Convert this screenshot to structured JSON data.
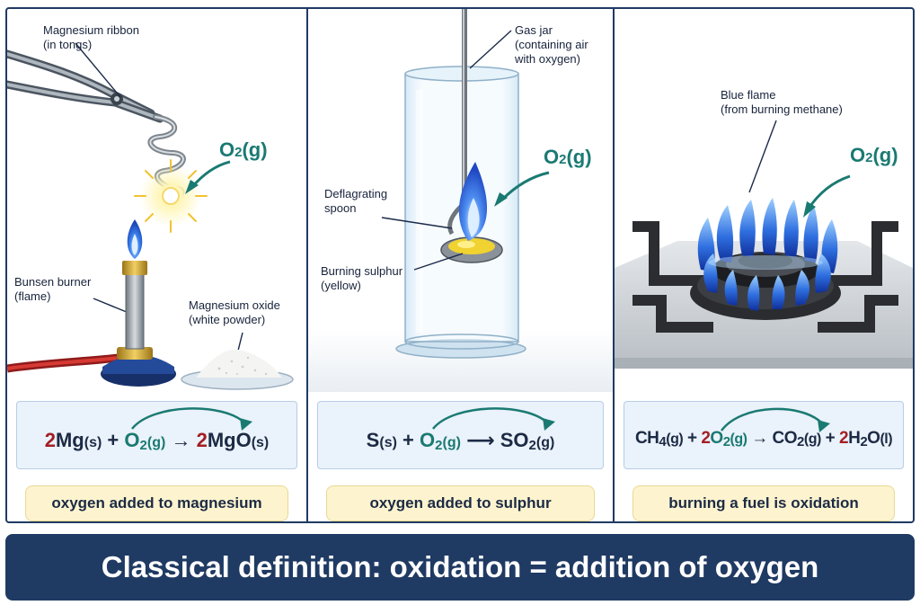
{
  "panels": [
    {
      "labels": {
        "ribbon": "Magnesium ribbon\n(in tongs)",
        "burner": "Bunsen burner\n(flame)",
        "oxide": "Magnesium oxide\n(white powder)"
      },
      "oxygen_label": {
        "main": "O",
        "sub": "2",
        "state": "(g)"
      },
      "equation": {
        "parts": [
          "2",
          "Mg",
          "(s)",
          "+",
          "O",
          "2",
          "(g)",
          "→",
          "2",
          "MgO",
          "(s)"
        ]
      },
      "caption": "oxygen added to magnesium"
    },
    {
      "labels": {
        "jar": "Gas jar\n(containing air\nwith oxygen)",
        "spoon": "Deflagrating\nspoon",
        "sulphur": "Burning sulphur\n(yellow)"
      },
      "oxygen_label": {
        "main": "O",
        "sub": "2",
        "state": "(g)"
      },
      "equation": {
        "parts": [
          "S",
          "(s)",
          "+",
          "O",
          "2",
          "(g)",
          "⟶",
          "SO",
          "2",
          "(g)"
        ]
      },
      "caption": "oxygen added to sulphur"
    },
    {
      "labels": {
        "flame": "Blue flame\n(from burning methane)"
      },
      "oxygen_label": {
        "main": "O",
        "sub": "2",
        "state": "(g)"
      },
      "equation": {
        "parts": [
          "CH",
          "4",
          "(g)",
          "+",
          "2",
          "O",
          "2",
          "(g)",
          "→",
          "CO",
          "2",
          "(g)",
          "+",
          "2",
          "H",
          "2",
          "O",
          "(l)"
        ]
      },
      "caption": "burning a fuel is oxidation"
    }
  ],
  "banner": "Classical definition: oxidation = addition of oxygen",
  "colors": {
    "navy": "#1f3a63",
    "teal_arrow": "#1a7a72",
    "coefficient_red": "#a31f24",
    "equation_box": "#eaf2fb",
    "caption_box": "#fdf4cf",
    "flame_blue": "#2f6fe0"
  }
}
